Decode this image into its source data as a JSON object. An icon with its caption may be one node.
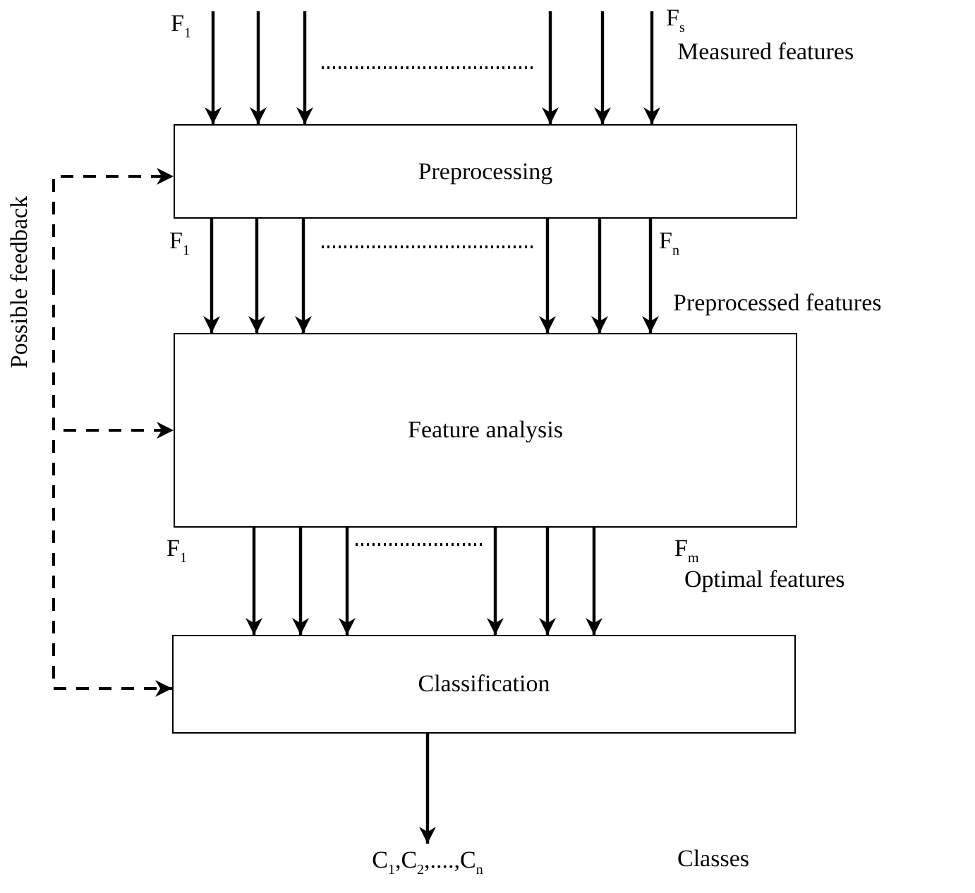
{
  "diagram": {
    "nodes": [
      {
        "text": [
          "Preprocessing"
        ]
      },
      {
        "text": [
          "Feature analysis"
        ]
      },
      {
        "text": [
          "Classification"
        ]
      },
      {
        "text": [
          "C$_{1}$,C$_{2}$,....,C$_{n}$"
        ]
      },
      {
        "text": [
          "Possible feedback"
        ]
      }
    ],
    "edges": [
      {
        "from": null,
        "to": 0,
        "arrow": "to"
      },
      {
        "from": null,
        "to": 0,
        "arrow": "to"
      },
      {
        "from": null,
        "to": 0,
        "arrow": "to"
      },
      {
        "from": null,
        "to": 0,
        "arrow": "to"
      },
      {
        "from": null,
        "to": 0,
        "arrow": "to"
      },
      {
        "from": null,
        "to": 0,
        "arrow": "to"
      },
      {
        "from": 0,
        "to": 1,
        "arrow": "to"
      },
      {
        "from": 0,
        "to": 1,
        "arrow": "to"
      },
      {
        "from": 0,
        "to": 1,
        "arrow": "to"
      },
      {
        "from": 0,
        "to": 1,
        "arrow": "to"
      },
      {
        "from": 0,
        "to": 1,
        "arrow": "to"
      },
      {
        "from": 0,
        "to": 1,
        "arrow": "to"
      },
      {
        "from": 1,
        "to": 2,
        "arrow": "to"
      },
      {
        "from": 1,
        "to": 2,
        "arrow": "to"
      },
      {
        "from": 1,
        "to": 2,
        "arrow": "to"
      },
      {
        "from": 1,
        "to": 2,
        "arrow": "to"
      },
      {
        "from": 1,
        "to": 2,
        "arrow": "to"
      },
      {
        "from": 1,
        "to": 2,
        "arrow": "to"
      },
      {
        "from": 2,
        "to": 3,
        "arrow": "to"
      },
      {
        "from": 4,
        "to": 0,
        "arrow": "to",
        "style": "dashed"
      },
      {
        "from": 4,
        "to": 1,
        "arrow": "to",
        "style": "dashed"
      },
      {
        "from": 4,
        "to": 2,
        "arrow": "to",
        "style": "dashed"
      }
    ],
    "labels": [
      "F$_{1}$",
      "F$_{s}$",
      "Measured features",
      "F$_{1}$",
      "F$_{n}$",
      "Preprocessed features",
      "F$_{1}$",
      "F$_{m}$",
      "Optimal features",
      "Classes"
    ]
  }
}
